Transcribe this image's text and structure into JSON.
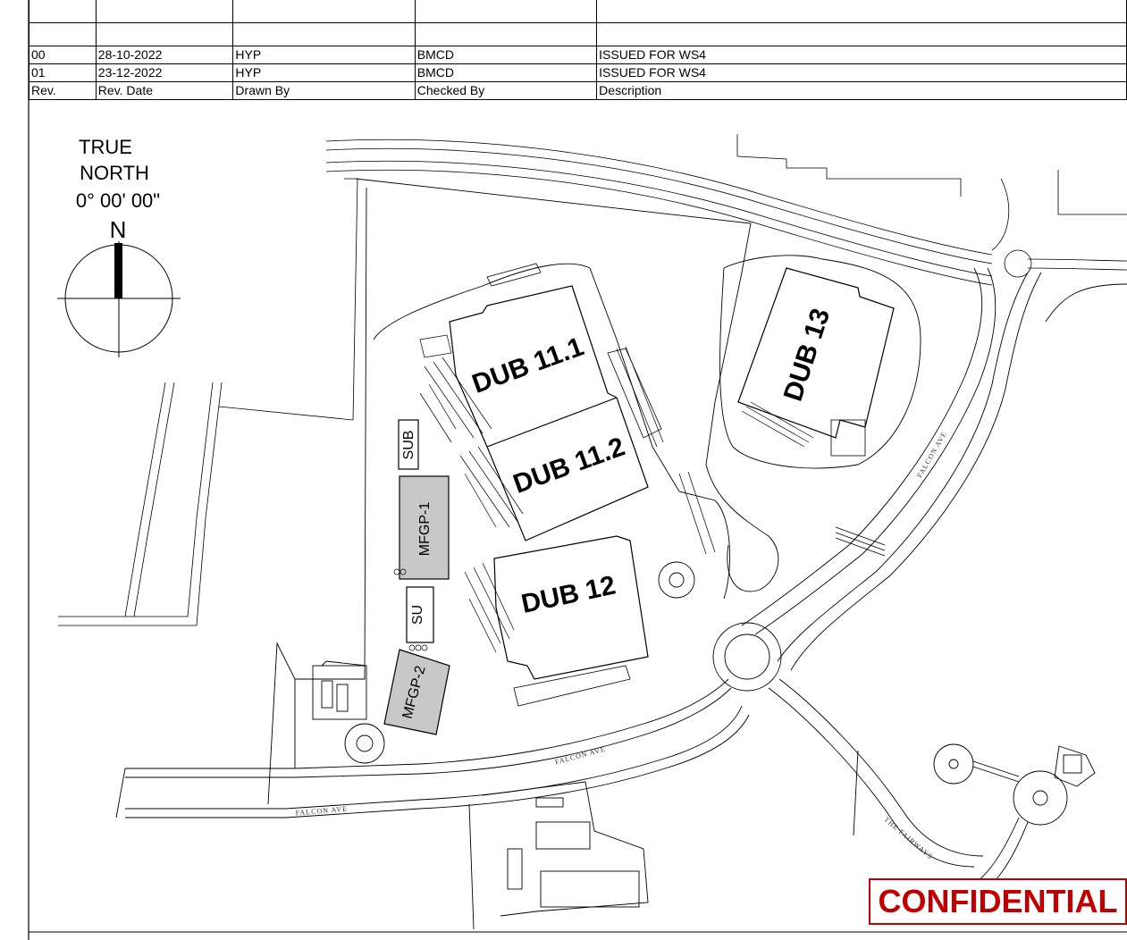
{
  "revision_table": {
    "rows": [
      [
        "00",
        "28-10-2022",
        "HYP",
        "BMCD",
        "ISSUED FOR WS4"
      ],
      [
        "01",
        "23-12-2022",
        "HYP",
        "BMCD",
        "ISSUED FOR WS4"
      ]
    ],
    "header": [
      "Rev.",
      "Rev. Date",
      "Drawn By",
      "Checked By",
      "Description"
    ]
  },
  "north_arrow": {
    "line1": "TRUE",
    "line2": "NORTH",
    "bearing": "0° 00' 00\"",
    "letter": "N"
  },
  "buildings": {
    "dub_11_1": "DUB 11.1",
    "dub_11_2": "DUB 11.2",
    "dub_12": "DUB 12",
    "dub_13": "DUB 13",
    "mfgp_1": "MFGP-1",
    "mfgp_2": "MFGP-2",
    "sub": "SUB",
    "su": "SU"
  },
  "roads": {
    "falcon_ave_1": "FALCON AVE",
    "falcon_ave_2": "FALCON AVE",
    "falcon_ave_3": "FALCON AVE",
    "the_fairways": "THE FAIRWAYS"
  },
  "stamp": {
    "text": "CONFIDENTIAL",
    "color": "#c00000"
  },
  "colors": {
    "generator_fill": "#c8c8c8",
    "line": "#000000"
  }
}
